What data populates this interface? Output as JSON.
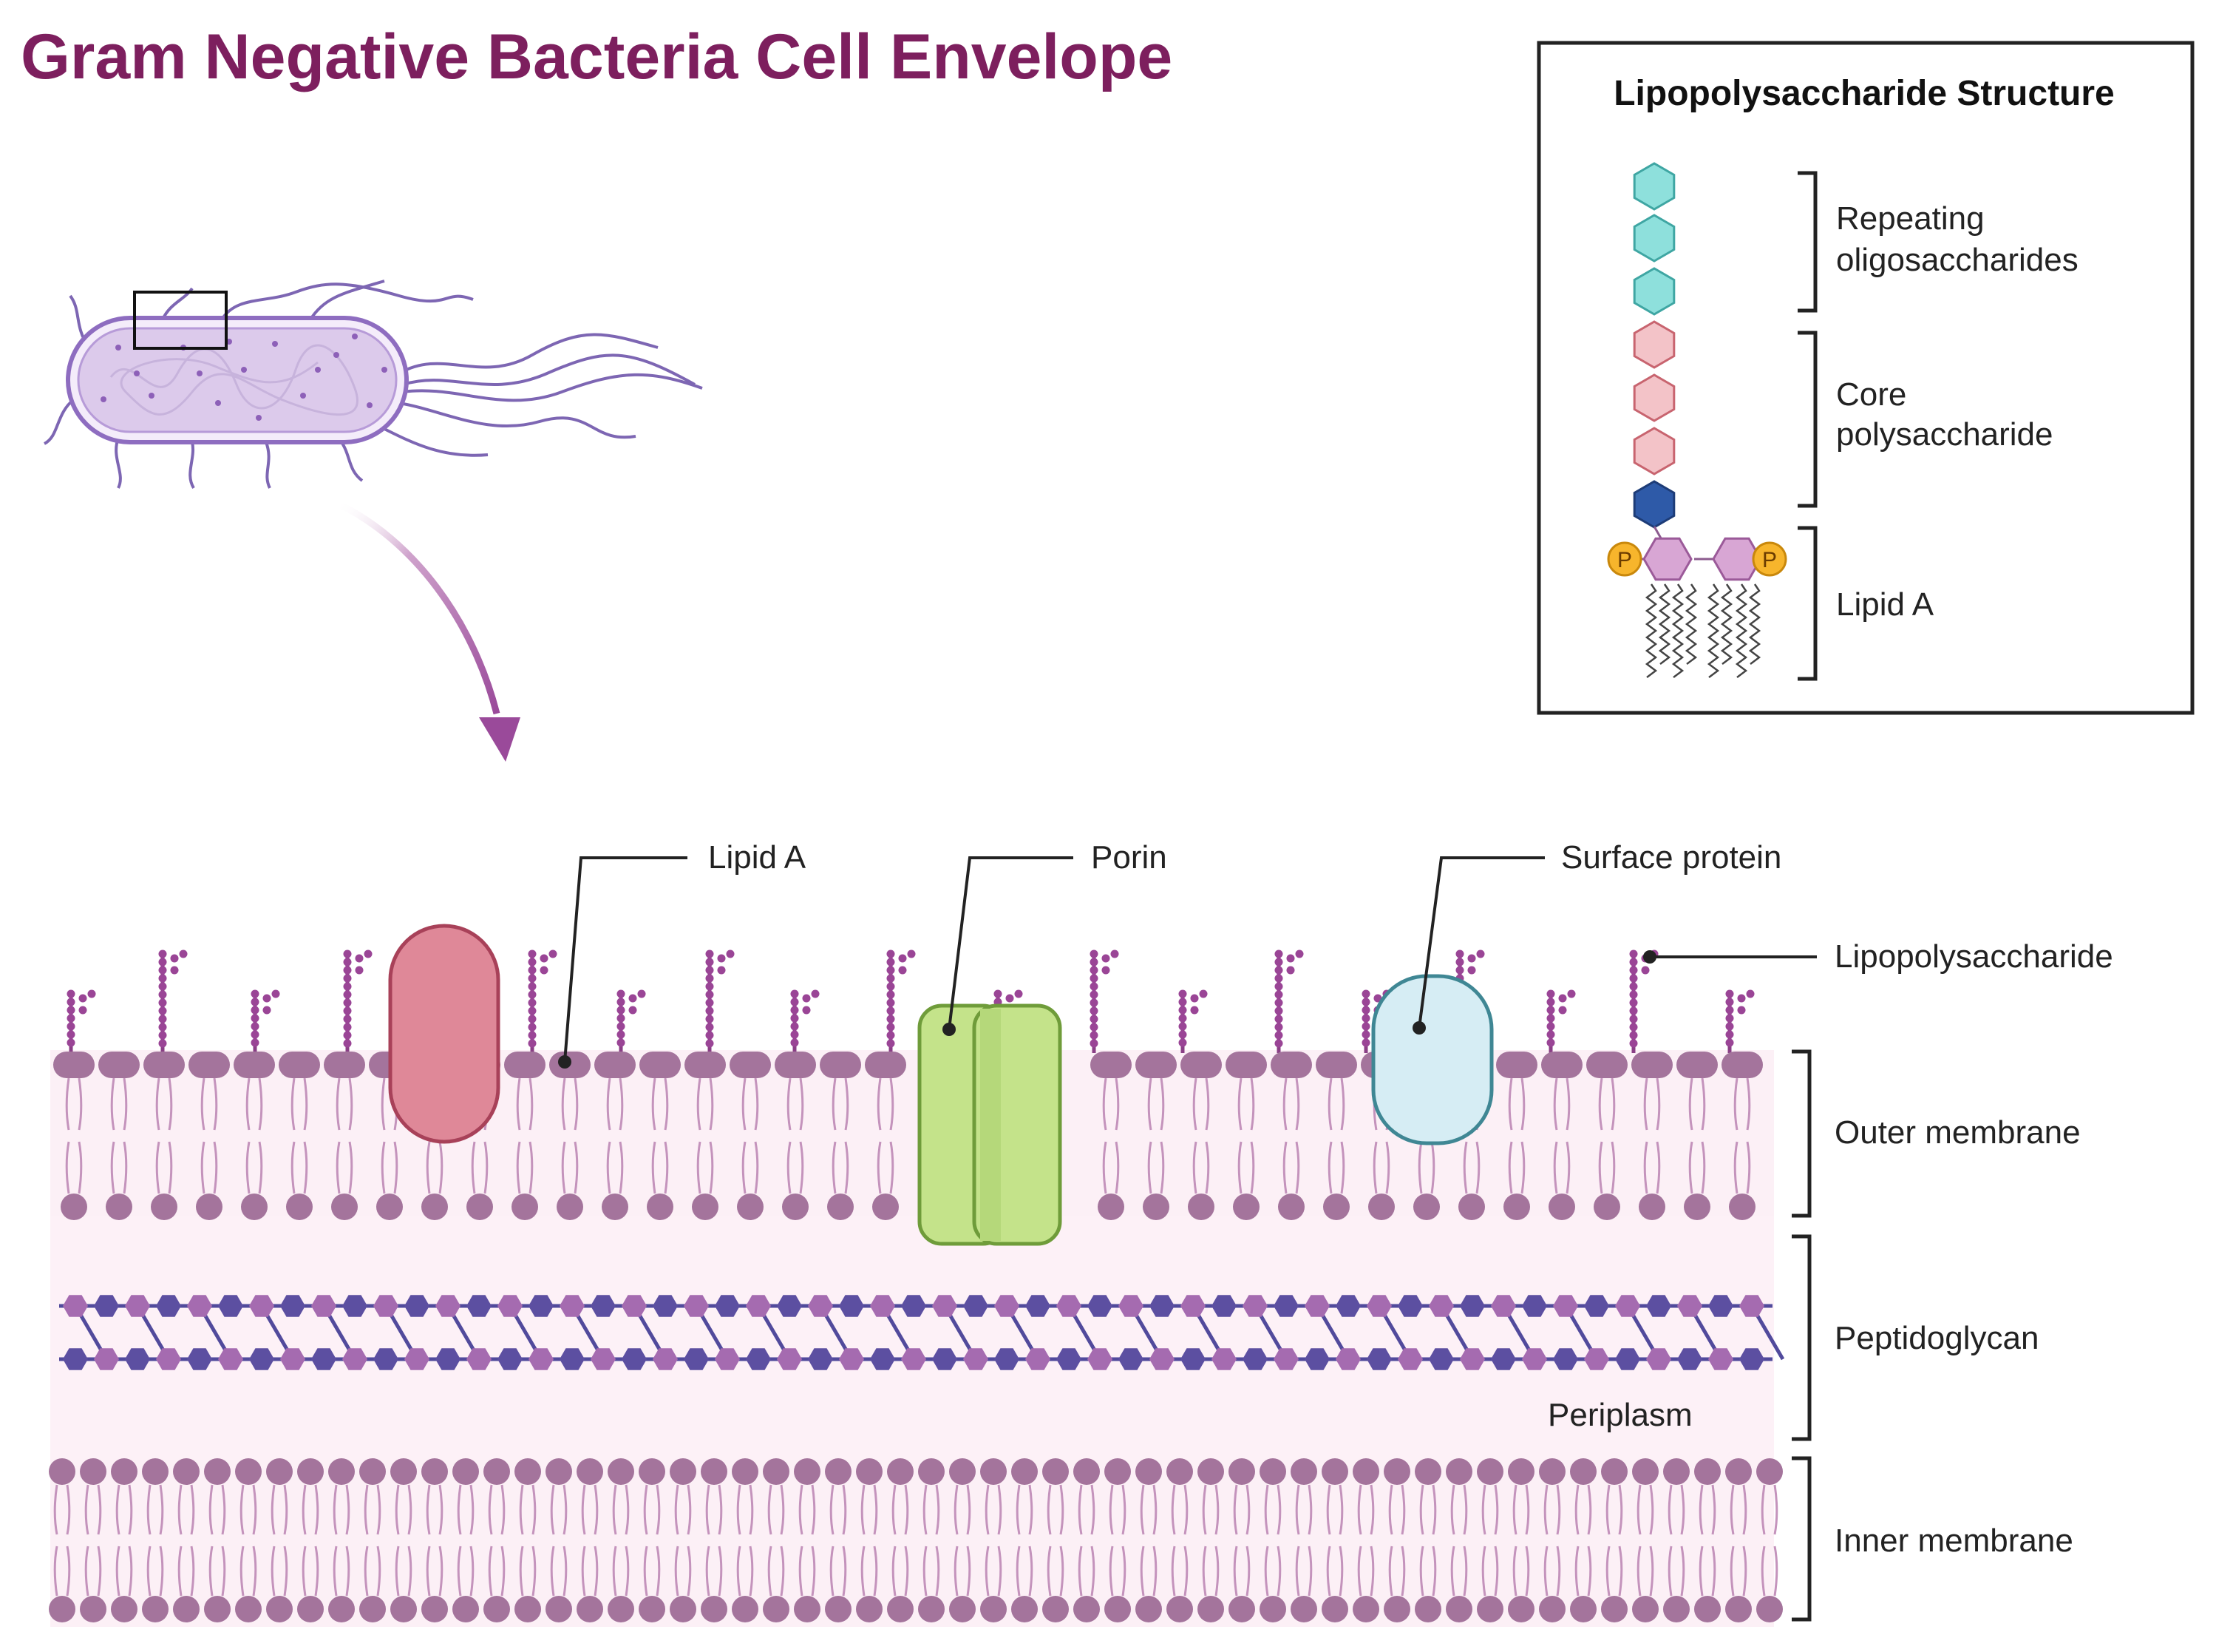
{
  "title": "Gram Negative Bacteria Cell Envelope",
  "lps_inset": {
    "title": "Lipopolysaccharide Structure",
    "repeating_line1": "Repeating",
    "repeating_line2": "oligosaccharides",
    "core_line1": "Core",
    "core_line2": "polysaccharide",
    "lipid_a": "Lipid A",
    "phosphate_symbol": "P"
  },
  "callouts": {
    "lipid_a": "Lipid A",
    "porin": "Porin",
    "surface_protein": "Surface protein",
    "lipopolysaccharide": "Lipopolysaccharide"
  },
  "layers": {
    "outer_membrane": "Outer membrane",
    "peptidoglycan": "Peptidoglycan",
    "periplasm": "Periplasm",
    "inner_membrane": "Inner membrane"
  },
  "colors": {
    "title": "#7d1f5e",
    "repeating_sugar": "#8ee0dc",
    "core_sugar": "#f3c3c8",
    "core_anchor": "#2e5aa8",
    "lipid_a_sugar": "#d8a6d4",
    "phosphate": "#f7b52c",
    "membrane_head": "#a4749c",
    "membrane_fill": "#fbeaf3",
    "lps_bead": "#9a4596",
    "peptidoglycan_light": "#a56bb0",
    "peptidoglycan_dark": "#5c4fa1",
    "protein_red": "#df8898",
    "porin": "#c4e38a",
    "surface_protein": "#d6edf4",
    "bacterium": "#dccaeb",
    "arrow": "#9a4a9a"
  }
}
